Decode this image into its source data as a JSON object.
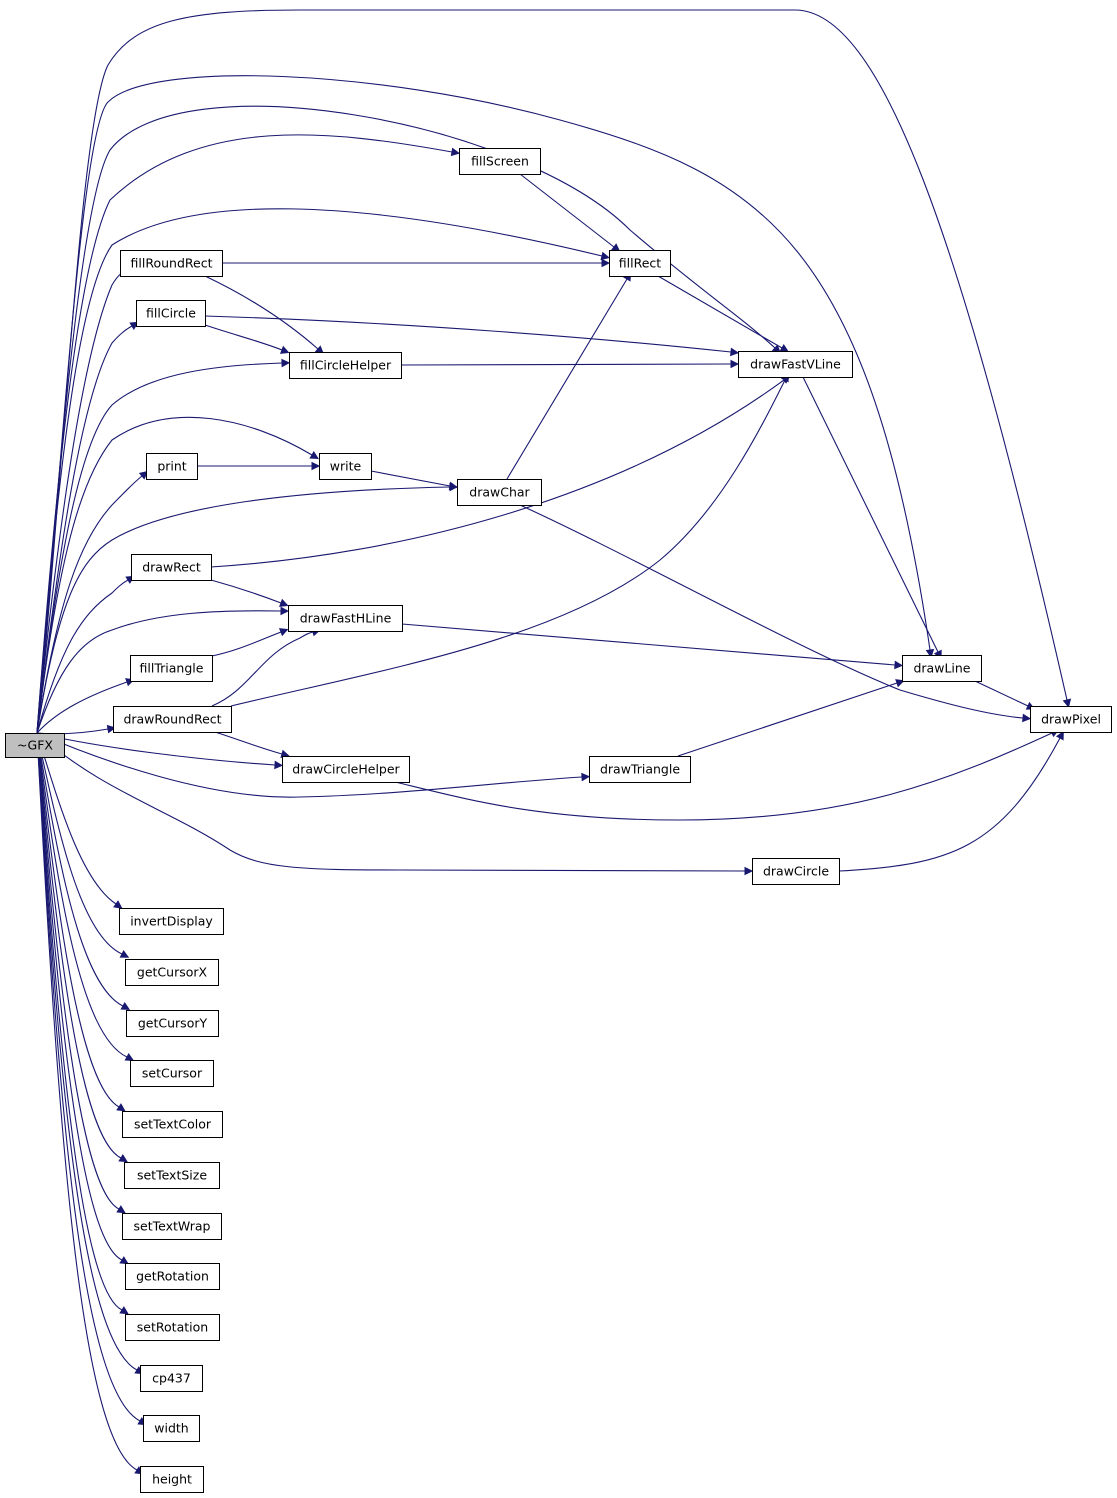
{
  "edge_color": "#191970",
  "root_fill": "#bfbfbf",
  "nodes": {
    "gfx": "~GFX",
    "fillScreen": "fillScreen",
    "fillRoundRect": "fillRoundRect",
    "fillRect": "fillRect",
    "fillCircle": "fillCircle",
    "fillCircleHelper": "fillCircleHelper",
    "drawFastVLine": "drawFastVLine",
    "print": "print",
    "write": "write",
    "drawChar": "drawChar",
    "drawRect": "drawRect",
    "drawFastHLine": "drawFastHLine",
    "fillTriangle": "fillTriangle",
    "drawLine": "drawLine",
    "drawRoundRect": "drawRoundRect",
    "drawPixel": "drawPixel",
    "drawCircleHelper": "drawCircleHelper",
    "drawTriangle": "drawTriangle",
    "drawCircle": "drawCircle",
    "invertDisplay": "invertDisplay",
    "getCursorX": "getCursorX",
    "getCursorY": "getCursorY",
    "setCursor": "setCursor",
    "setTextColor": "setTextColor",
    "setTextSize": "setTextSize",
    "setTextWrap": "setTextWrap",
    "getRotation": "getRotation",
    "setRotation": "setRotation",
    "cp437": "cp437",
    "width": "width",
    "height": "height"
  },
  "edges": [
    [
      "gfx",
      "drawPixel"
    ],
    [
      "gfx",
      "drawLine"
    ],
    [
      "gfx",
      "drawFastVLine"
    ],
    [
      "gfx",
      "fillScreen"
    ],
    [
      "gfx",
      "fillRect"
    ],
    [
      "gfx",
      "fillRoundRect"
    ],
    [
      "gfx",
      "fillCircle"
    ],
    [
      "gfx",
      "fillCircleHelper"
    ],
    [
      "gfx",
      "write"
    ],
    [
      "gfx",
      "print"
    ],
    [
      "gfx",
      "drawChar"
    ],
    [
      "gfx",
      "drawRect"
    ],
    [
      "gfx",
      "drawFastHLine"
    ],
    [
      "gfx",
      "fillTriangle"
    ],
    [
      "gfx",
      "drawRoundRect"
    ],
    [
      "gfx",
      "drawCircleHelper"
    ],
    [
      "gfx",
      "drawTriangle"
    ],
    [
      "gfx",
      "drawCircle"
    ],
    [
      "gfx",
      "invertDisplay"
    ],
    [
      "gfx",
      "getCursorX"
    ],
    [
      "gfx",
      "getCursorY"
    ],
    [
      "gfx",
      "setCursor"
    ],
    [
      "gfx",
      "setTextColor"
    ],
    [
      "gfx",
      "setTextSize"
    ],
    [
      "gfx",
      "setTextWrap"
    ],
    [
      "gfx",
      "getRotation"
    ],
    [
      "gfx",
      "setRotation"
    ],
    [
      "gfx",
      "cp437"
    ],
    [
      "gfx",
      "width"
    ],
    [
      "gfx",
      "height"
    ],
    [
      "fillScreen",
      "fillRect"
    ],
    [
      "fillRoundRect",
      "fillRect"
    ],
    [
      "fillRoundRect",
      "fillCircleHelper"
    ],
    [
      "fillRect",
      "drawFastVLine"
    ],
    [
      "fillCircle",
      "drawFastVLine"
    ],
    [
      "fillCircle",
      "fillCircleHelper"
    ],
    [
      "fillCircleHelper",
      "drawFastVLine"
    ],
    [
      "drawFastVLine",
      "drawLine"
    ],
    [
      "print",
      "write"
    ],
    [
      "write",
      "drawChar"
    ],
    [
      "drawChar",
      "fillRect"
    ],
    [
      "drawChar",
      "drawPixel"
    ],
    [
      "drawRect",
      "drawFastVLine"
    ],
    [
      "drawRect",
      "drawFastHLine"
    ],
    [
      "drawFastHLine",
      "drawLine"
    ],
    [
      "fillTriangle",
      "drawFastHLine"
    ],
    [
      "drawRoundRect",
      "drawFastHLine"
    ],
    [
      "drawRoundRect",
      "drawFastVLine"
    ],
    [
      "drawRoundRect",
      "drawCircleHelper"
    ],
    [
      "drawLine",
      "drawPixel"
    ],
    [
      "drawCircleHelper",
      "drawPixel"
    ],
    [
      "drawTriangle",
      "drawLine"
    ],
    [
      "drawCircle",
      "drawPixel"
    ]
  ]
}
